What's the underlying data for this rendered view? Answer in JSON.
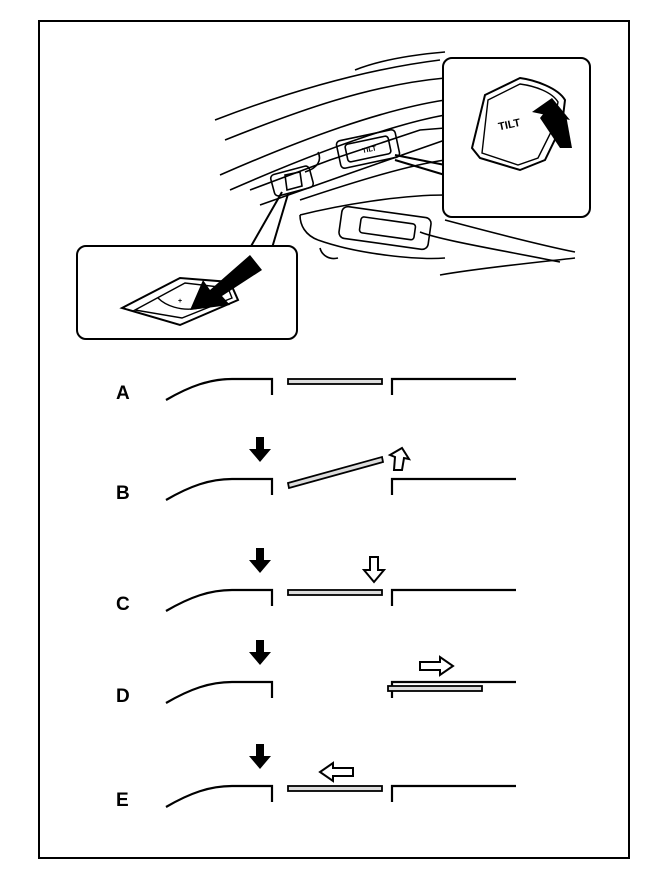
{
  "switches": {
    "tilt_label_main": "TILT",
    "tilt_label_detail": "TILT"
  },
  "rows": [
    {
      "label": "A",
      "glass": "closed",
      "arrow": "none"
    },
    {
      "label": "B",
      "glass": "tilted-up",
      "arrow": "up"
    },
    {
      "label": "C",
      "glass": "closed",
      "arrow": "down"
    },
    {
      "label": "D",
      "glass": "slid-back",
      "arrow": "right"
    },
    {
      "label": "E",
      "glass": "closed",
      "arrow": "left"
    }
  ],
  "colors": {
    "ink": "#000000",
    "paper": "#ffffff",
    "glass_fill": "#dcdcdc"
  }
}
